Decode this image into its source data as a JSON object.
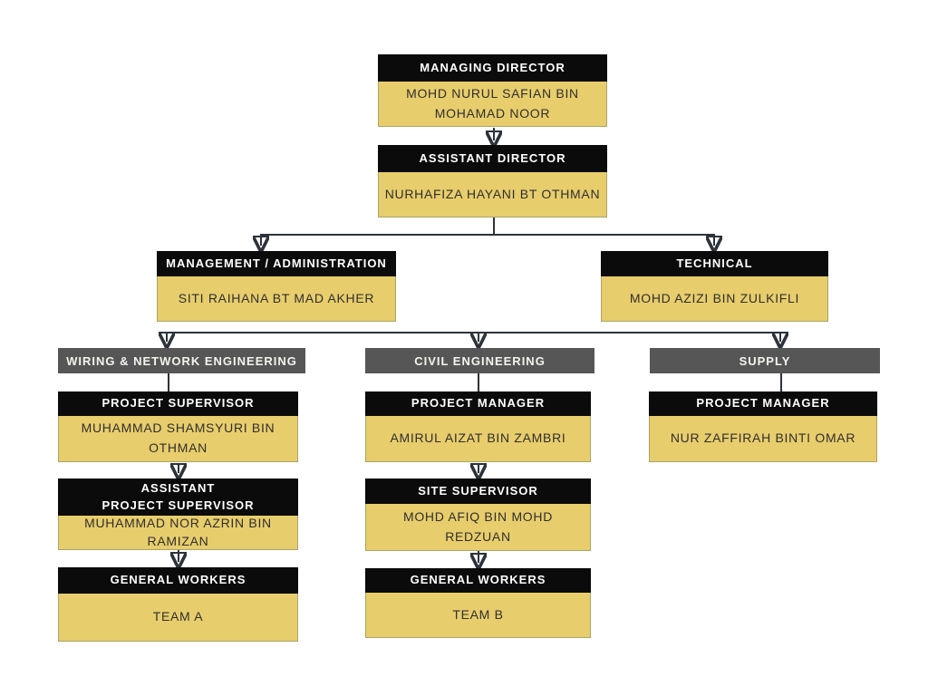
{
  "colors": {
    "header_bg": "#0b0b0b",
    "header_text": "#ffffff",
    "body_bg": "#e8cd6c",
    "body_border": "#a6a668",
    "body_text": "#2f2f2f",
    "dept_bg": "#565656",
    "dept_text": "#f4f4ef",
    "line": "#2d333b"
  },
  "org": {
    "managing_director": {
      "title": "MANAGING DIRECTOR",
      "person": "MOHD NURUL SAFIAN BIN\nMOHAMAD NOOR"
    },
    "assistant_director": {
      "title": "ASSISTANT DIRECTOR",
      "person": "NURHAFIZA HAYANI BT OTHMAN"
    },
    "management_admin": {
      "title": "MANAGEMENT / ADMINISTRATION",
      "person": "SITI RAIHANA BT MAD AKHER"
    },
    "technical": {
      "title": "TECHNICAL",
      "person": "MOHD AZIZI BIN ZULKIFLI"
    },
    "dept_wiring": {
      "title": "WIRING & NETWORK ENGINEERING"
    },
    "dept_civil": {
      "title": "CIVIL ENGINEERING"
    },
    "dept_supply": {
      "title": "SUPPLY"
    },
    "wiring_project_supervisor": {
      "title": "PROJECT SUPERVISOR",
      "person": "MUHAMMAD SHAMSYURI BIN\nOTHMAN"
    },
    "wiring_assistant_project_supervisor": {
      "title": "ASSISTANT\nPROJECT SUPERVISOR",
      "person": "MUHAMMAD NOR AZRIN BIN\nRAMIZAN"
    },
    "wiring_general_workers": {
      "title": "GENERAL WORKERS",
      "person": "TEAM A"
    },
    "civil_project_manager": {
      "title": "PROJECT MANAGER",
      "person": "AMIRUL AIZAT BIN ZAMBRI"
    },
    "civil_site_supervisor": {
      "title": "SITE SUPERVISOR",
      "person": "MOHD AFIQ BIN MOHD\nREDZUAN"
    },
    "civil_general_workers": {
      "title": "GENERAL WORKERS",
      "person": "TEAM B"
    },
    "supply_project_manager": {
      "title": "PROJECT MANAGER",
      "person": "NUR ZAFFIRAH BINTI OMAR"
    }
  }
}
